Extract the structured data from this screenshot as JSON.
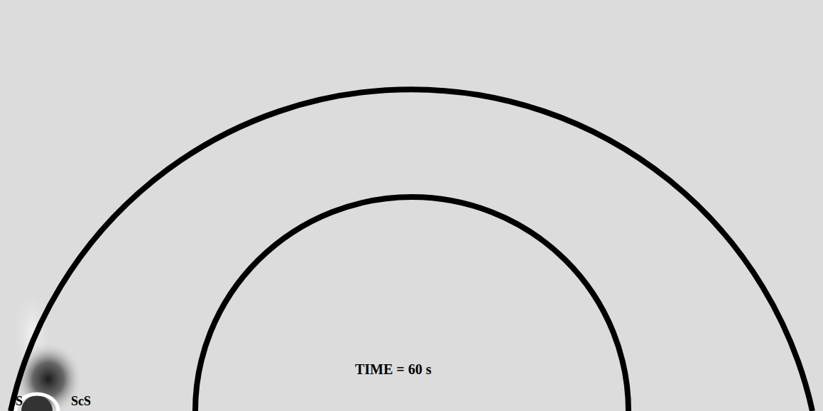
{
  "diagram": {
    "labels": [
      "S",
      "ScS",
      "TIME = 60 s"
    ]
  }
}
